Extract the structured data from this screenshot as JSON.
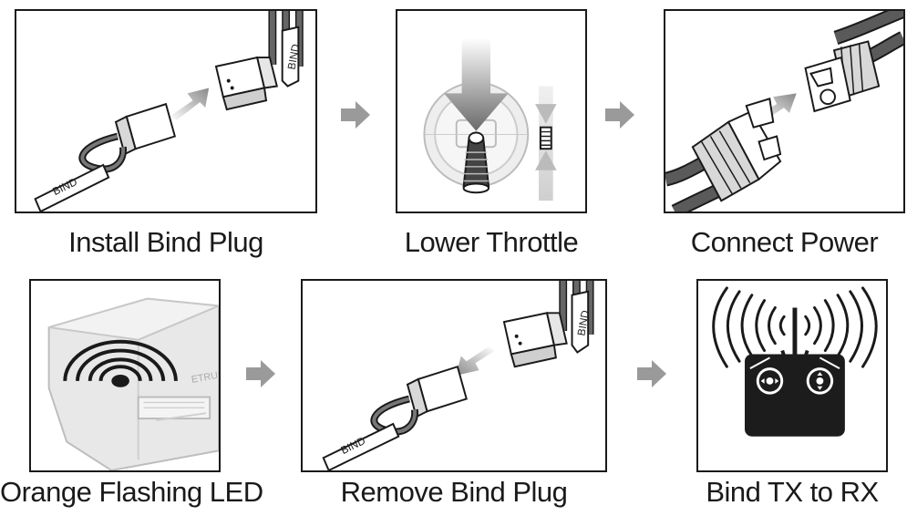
{
  "steps": [
    {
      "caption": "Install Bind Plug",
      "plug_tag": "BIND"
    },
    {
      "caption": "Lower Throttle"
    },
    {
      "caption": "Connect Power"
    },
    {
      "caption": "Orange Flashing LED",
      "device_text": "ETRUM"
    },
    {
      "caption": "Remove Bind Plug",
      "plug_tag": "BIND"
    },
    {
      "caption": "Bind TX to RX"
    }
  ],
  "colors": {
    "line": "#1a1a1a",
    "arrow_fill": "#9a9a9a",
    "panel_fill": "#ffffff",
    "dark_fill": "#1c1c1c",
    "light_gray": "#d8d8d8"
  }
}
